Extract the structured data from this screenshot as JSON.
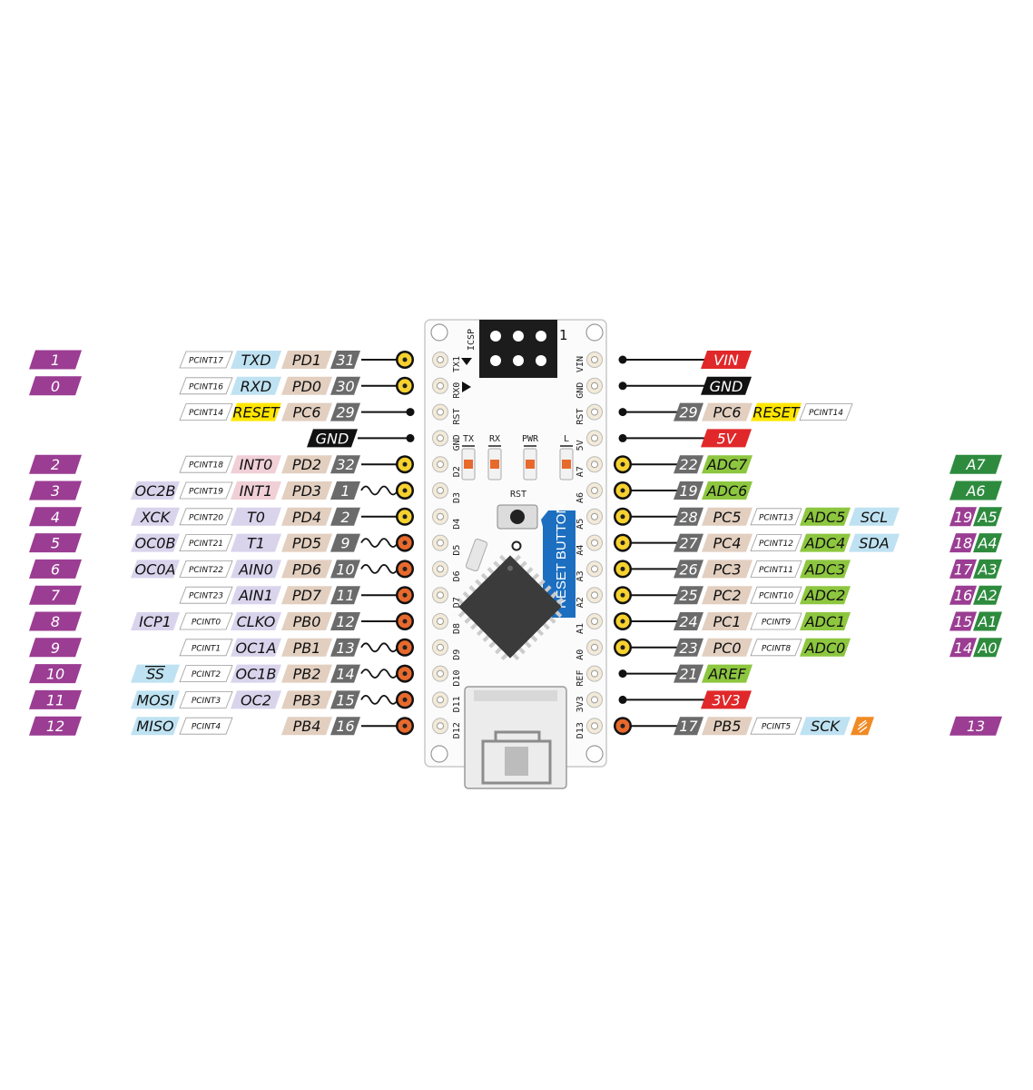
{
  "colors": {
    "digital": "#9b3d93",
    "analog": "#2e8b3e",
    "port": "#e2cfc0",
    "pinnum": "#6b6b6b",
    "pcint": "#ffffff",
    "serial": "#bfe2f2",
    "interrupt": "#f0cfd6",
    "misc": "#d9d4ec",
    "power": "#e0282a",
    "ground": "#111111",
    "reset": "#ffe600",
    "adc": "#8dc63f",
    "led": "#f08a24",
    "pad_yellow": "#f7d12e",
    "pad_orange": "#e8692c",
    "reset_button": "#1c6fc0"
  },
  "left_pins": [
    {
      "arduino": "1",
      "pcint": "PCINT17",
      "func": "TXD",
      "func_type": "serial",
      "port": "PD1",
      "pin": "31",
      "pad": "yellow",
      "line": "straight"
    },
    {
      "arduino": "0",
      "pcint": "PCINT16",
      "func": "RXD",
      "func_type": "serial",
      "port": "PD0",
      "pin": "30",
      "pad": "yellow",
      "line": "straight"
    },
    {
      "pcint": "PCINT14",
      "func": "RESET",
      "func_type": "reset",
      "port": "PC6",
      "pin": "29",
      "pad": "dot",
      "line": "straight"
    },
    {
      "power": "GND",
      "power_type": "ground",
      "pad": "dot",
      "line": "straight"
    },
    {
      "arduino": "2",
      "pcint": "PCINT18",
      "func": "INT0",
      "func_type": "interrupt",
      "port": "PD2",
      "pin": "32",
      "pad": "yellow",
      "line": "straight"
    },
    {
      "arduino": "3",
      "extra": "OC2B",
      "extra_type": "misc",
      "pcint": "PCINT19",
      "func": "INT1",
      "func_type": "interrupt",
      "port": "PD3",
      "pin": "1",
      "pad": "yellow",
      "line": "wave"
    },
    {
      "arduino": "4",
      "extra": "XCK",
      "extra_type": "misc",
      "pcint": "PCINT20",
      "func": "T0",
      "func_type": "misc",
      "port": "PD4",
      "pin": "2",
      "pad": "yellow",
      "line": "straight"
    },
    {
      "arduino": "5",
      "extra": "OC0B",
      "extra_type": "misc",
      "pcint": "PCINT21",
      "func": "T1",
      "func_type": "misc",
      "port": "PD5",
      "pin": "9",
      "pad": "orange",
      "line": "wave"
    },
    {
      "arduino": "6",
      "extra": "OC0A",
      "extra_type": "misc",
      "pcint": "PCINT22",
      "func": "AIN0",
      "func_type": "misc",
      "port": "PD6",
      "pin": "10",
      "pad": "orange",
      "line": "wave"
    },
    {
      "arduino": "7",
      "pcint": "PCINT23",
      "func": "AIN1",
      "func_type": "misc",
      "port": "PD7",
      "pin": "11",
      "pad": "orange",
      "line": "straight"
    },
    {
      "arduino": "8",
      "extra": "ICP1",
      "extra_type": "misc",
      "pcint": "PCINT0",
      "func": "CLKO",
      "func_type": "misc",
      "port": "PB0",
      "pin": "12",
      "pad": "orange",
      "line": "straight"
    },
    {
      "arduino": "9",
      "pcint": "PCINT1",
      "func": "OC1A",
      "func_type": "misc",
      "port": "PB1",
      "pin": "13",
      "pad": "orange",
      "line": "wave"
    },
    {
      "arduino": "10",
      "extra": "SS",
      "extra_type": "serial",
      "pcint": "PCINT2",
      "func": "OC1B",
      "func_type": "misc",
      "port": "PB2",
      "pin": "14",
      "pad": "orange",
      "line": "wave"
    },
    {
      "arduino": "11",
      "extra": "MOSI",
      "extra_type": "serial",
      "pcint": "PCINT3",
      "func": "OC2",
      "func_type": "misc",
      "port": "PB3",
      "pin": "15",
      "pad": "orange",
      "line": "wave"
    },
    {
      "arduino": "12",
      "extra": "MISO",
      "extra_type": "serial",
      "pcint": "PCINT4",
      "port": "PB4",
      "pin": "16",
      "pad": "orange",
      "line": "straight"
    }
  ],
  "right_pins": [
    {
      "power": "VIN",
      "power_type": "power",
      "pad": "dot"
    },
    {
      "power": "GND",
      "power_type": "ground",
      "pad": "dot"
    },
    {
      "pin": "29",
      "port": "PC6",
      "func": "RESET",
      "func_type": "reset",
      "pcint": "PCINT14",
      "pad": "dot"
    },
    {
      "power": "5V",
      "power_type": "power",
      "pad": "dot"
    },
    {
      "pin": "22",
      "func": "ADC7",
      "func_type": "adc",
      "pad": "yellow",
      "analog": "A7"
    },
    {
      "pin": "19",
      "func": "ADC6",
      "func_type": "adc",
      "pad": "yellow",
      "analog": "A6"
    },
    {
      "pin": "28",
      "port": "PC5",
      "pcint": "PCINT13",
      "func": "ADC5",
      "func_type": "adc",
      "extra": "SCL",
      "extra_type": "serial",
      "pad": "yellow",
      "arduino": "19",
      "analog": "A5"
    },
    {
      "pin": "27",
      "port": "PC4",
      "pcint": "PCINT12",
      "func": "ADC4",
      "func_type": "adc",
      "extra": "SDA",
      "extra_type": "serial",
      "pad": "yellow",
      "arduino": "18",
      "analog": "A4"
    },
    {
      "pin": "26",
      "port": "PC3",
      "pcint": "PCINT11",
      "func": "ADC3",
      "func_type": "adc",
      "pad": "yellow",
      "arduino": "17",
      "analog": "A3"
    },
    {
      "pin": "25",
      "port": "PC2",
      "pcint": "PCINT10",
      "func": "ADC2",
      "func_type": "adc",
      "pad": "yellow",
      "arduino": "16",
      "analog": "A2"
    },
    {
      "pin": "24",
      "port": "PC1",
      "pcint": "PCINT9",
      "func": "ADC1",
      "func_type": "adc",
      "pad": "yellow",
      "arduino": "15",
      "analog": "A1"
    },
    {
      "pin": "23",
      "port": "PC0",
      "pcint": "PCINT8",
      "func": "ADC0",
      "func_type": "adc",
      "pad": "yellow",
      "arduino": "14",
      "analog": "A0"
    },
    {
      "pin": "21",
      "func": "AREF",
      "func_type": "adc",
      "pad": "dot"
    },
    {
      "power": "3V3",
      "power_type": "power",
      "pad": "dot"
    },
    {
      "pin": "17",
      "port": "PB5",
      "pcint": "PCINT5",
      "func": "SCK",
      "func_type": "serial",
      "led": true,
      "pad": "orange",
      "arduino": "13"
    }
  ],
  "board": {
    "header_left": [
      "TX1",
      "RX0",
      "RST",
      "GND",
      "D2",
      "D3",
      "D4",
      "D5",
      "D6",
      "D7",
      "D8",
      "D9",
      "D10",
      "D11",
      "D12"
    ],
    "header_right": [
      "VIN",
      "GND",
      "RST",
      "5V",
      "A7",
      "A6",
      "A5",
      "A4",
      "A3",
      "A2",
      "A1",
      "A0",
      "REF",
      "3V3",
      "D13"
    ],
    "icsp_label": "ICSP",
    "icsp_pin1": "1",
    "leds": [
      "TX",
      "RX",
      "PWR",
      "L"
    ],
    "rst_label": "RST",
    "reset_button_label": "RESET BUTTON"
  }
}
